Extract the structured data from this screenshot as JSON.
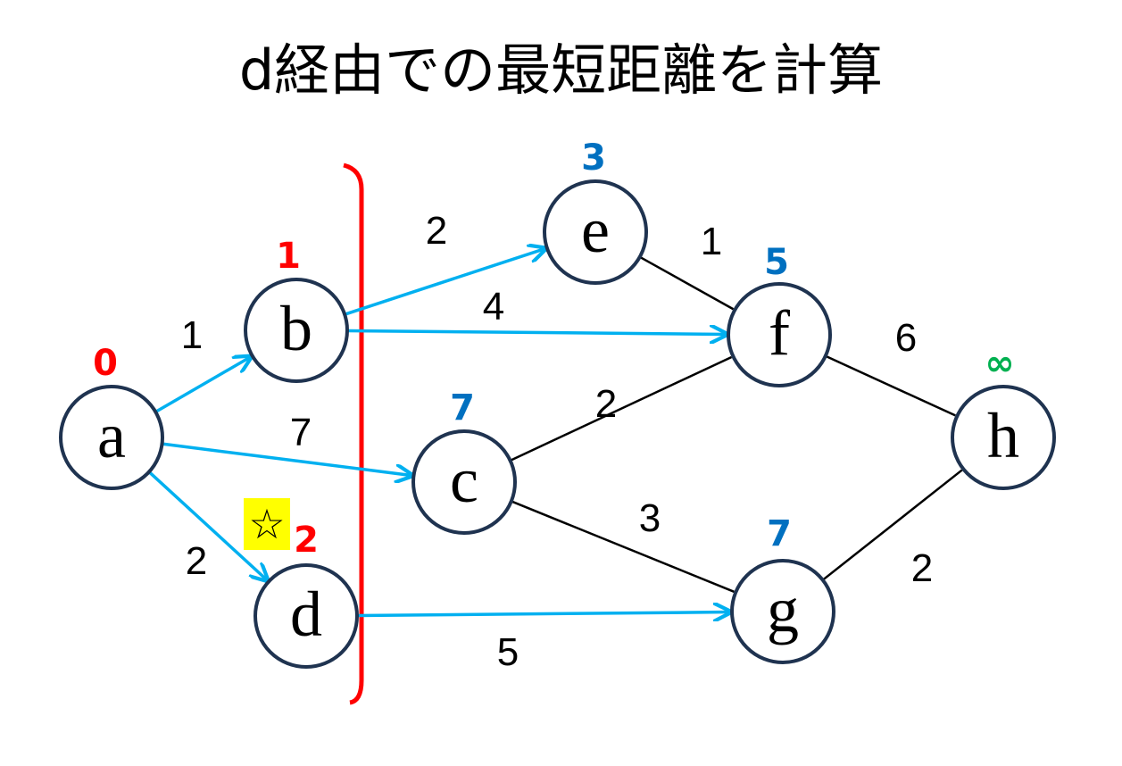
{
  "title": "d経由での最短距離を計算",
  "colors": {
    "tree_edge": "#00B0F0",
    "other_edge": "#000000",
    "node_stroke": "#1F3350",
    "finalized": "#FF0000",
    "tentative": "#0070C0",
    "infinite": "#00B050",
    "bracket": "#FF0000",
    "highlight": "#FFFF00"
  },
  "nodes": [
    {
      "id": "a",
      "label": "a",
      "distance": "0",
      "status": "finalized"
    },
    {
      "id": "b",
      "label": "b",
      "distance": "1",
      "status": "finalized"
    },
    {
      "id": "c",
      "label": "c",
      "distance": "7",
      "status": "tentative"
    },
    {
      "id": "d",
      "label": "d",
      "distance": "2",
      "status": "finalized",
      "marker": "☆"
    },
    {
      "id": "e",
      "label": "e",
      "distance": "3",
      "status": "tentative"
    },
    {
      "id": "f",
      "label": "f",
      "distance": "5",
      "status": "tentative"
    },
    {
      "id": "g",
      "label": "g",
      "distance": "7",
      "status": "tentative"
    },
    {
      "id": "h",
      "label": "h",
      "distance": "∞",
      "status": "infinite"
    }
  ],
  "edges": [
    {
      "from": "a",
      "to": "b",
      "weight": "1",
      "directed": true
    },
    {
      "from": "a",
      "to": "c",
      "weight": "7",
      "directed": true
    },
    {
      "from": "a",
      "to": "d",
      "weight": "2",
      "directed": true
    },
    {
      "from": "b",
      "to": "e",
      "weight": "2",
      "directed": true
    },
    {
      "from": "b",
      "to": "f",
      "weight": "4",
      "directed": true
    },
    {
      "from": "d",
      "to": "g",
      "weight": "5",
      "directed": true
    },
    {
      "from": "e",
      "to": "f",
      "weight": "1",
      "directed": false
    },
    {
      "from": "c",
      "to": "f",
      "weight": "2",
      "directed": false
    },
    {
      "from": "c",
      "to": "g",
      "weight": "3",
      "directed": false
    },
    {
      "from": "f",
      "to": "h",
      "weight": "6",
      "directed": false
    },
    {
      "from": "g",
      "to": "h",
      "weight": "2",
      "directed": false
    }
  ]
}
